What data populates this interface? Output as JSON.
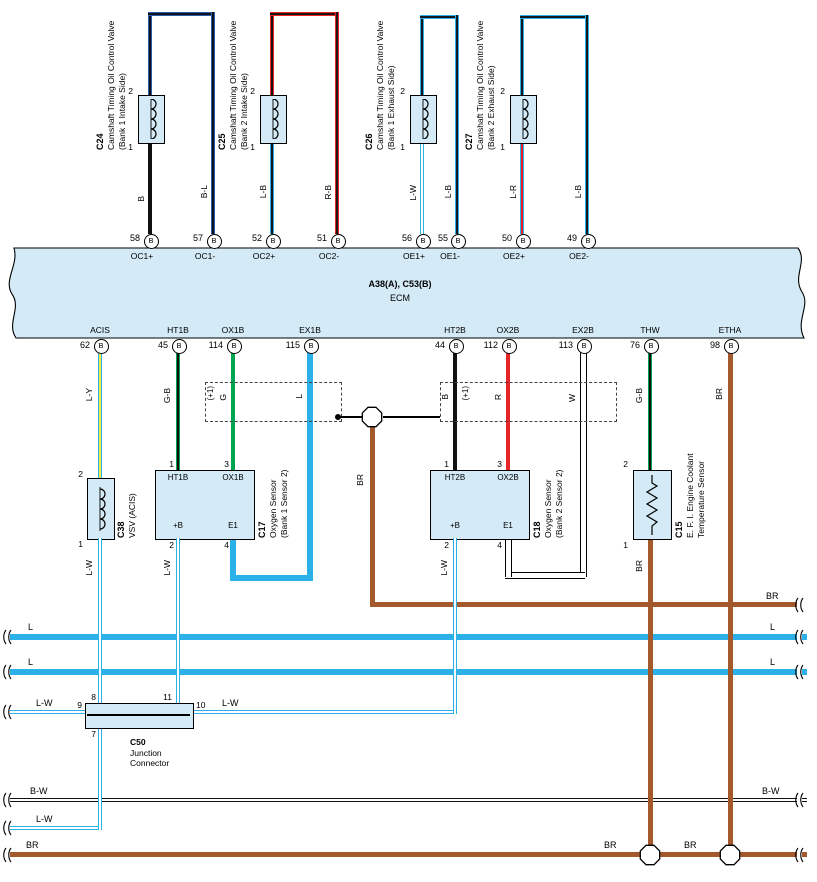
{
  "ecm": {
    "name": "A38(A), C53(B)",
    "label": "ECM"
  },
  "valves": [
    {
      "id": "C24",
      "desc": "Camshaft Timing Oil Control Valve",
      "bank": "(Bank 1 Intake Side)",
      "pin_top": "2",
      "pin_bottom": "1",
      "wire_down": "B",
      "wire_loop": "B-L"
    },
    {
      "id": "C25",
      "desc": "Camshaft Timing Oil Control Valve",
      "bank": "(Bank 2 Intake Side)",
      "pin_top": "2",
      "pin_bottom": "1",
      "wire_down": "L-B",
      "wire_loop": "R-B"
    },
    {
      "id": "C26",
      "desc": "Camshaft Timing Oil Control Valve",
      "bank": "(Bank 1 Exhaust Side)",
      "pin_top": "2",
      "pin_bottom": "1",
      "wire_down": "L-W",
      "wire_loop": "L-B"
    },
    {
      "id": "C27",
      "desc": "Camshaft Timing Oil Control Valve",
      "bank": "(Bank 2 Exhaust Side)",
      "pin_top": "2",
      "pin_bottom": "1",
      "wire_down": "L-R",
      "wire_loop": "L-B"
    }
  ],
  "top_pins": [
    {
      "num": "58",
      "code": "B",
      "label": "OC1+"
    },
    {
      "num": "57",
      "code": "B",
      "label": "OC1-"
    },
    {
      "num": "52",
      "code": "B",
      "label": "OC2+"
    },
    {
      "num": "51",
      "code": "B",
      "label": "OC2-"
    },
    {
      "num": "56",
      "code": "B",
      "label": "OE1+"
    },
    {
      "num": "55",
      "code": "B",
      "label": "OE1-"
    },
    {
      "num": "50",
      "code": "B",
      "label": "OE2+"
    },
    {
      "num": "49",
      "code": "B",
      "label": "OE2-"
    }
  ],
  "bottom_pins": [
    {
      "num": "62",
      "code": "B",
      "label": "ACIS",
      "wire": "L-Y"
    },
    {
      "num": "45",
      "code": "B",
      "label": "HT1B",
      "wire": "G-B"
    },
    {
      "num": "114",
      "code": "B",
      "label": "OX1B",
      "wire": "G"
    },
    {
      "num": "115",
      "code": "B",
      "label": "EX1B",
      "wire": "L"
    },
    {
      "num": "44",
      "code": "B",
      "label": "HT2B",
      "wire": "B"
    },
    {
      "num": "112",
      "code": "B",
      "label": "OX2B",
      "wire": "R"
    },
    {
      "num": "113",
      "code": "B",
      "label": "EX2B",
      "wire": "W"
    },
    {
      "num": "76",
      "code": "B",
      "label": "THW",
      "wire": "G-B"
    },
    {
      "num": "98",
      "code": "B",
      "label": "ETHA",
      "wire": "BR"
    }
  ],
  "shield": {
    "left_label": "(+1)",
    "right_label": "(+1)",
    "ground_wire": "BR"
  },
  "c38": {
    "id": "C38",
    "name": "VSV (ACIS)",
    "pin_top": "2",
    "pin_bottom": "1",
    "wire_down": "L-W"
  },
  "c17": {
    "id": "C17",
    "desc": "Oxygen Sensor",
    "bank": "(Bank 1 Sensor 2)",
    "t1": "HT1B",
    "t2": "OX1B",
    "b1": "+B",
    "b2": "E1",
    "p1": "1",
    "p3": "3",
    "p2": "2",
    "p4": "4",
    "wire_down": "L-W"
  },
  "c18": {
    "id": "C18",
    "desc": "Oxygen Sensor",
    "bank": "(Bank 2 Sensor 2)",
    "t1": "HT2B",
    "t2": "OX2B",
    "b1": "+B",
    "b2": "E1",
    "p1": "1",
    "p3": "3",
    "p2": "2",
    "p4": "4",
    "wire_down": "L-W"
  },
  "c15": {
    "id": "C15",
    "desc1": "E. F. I.  Engine Coolant",
    "desc2": "Temperature Sensor",
    "pin_top": "2",
    "pin_bottom": "1",
    "wire_down": "BR"
  },
  "c50": {
    "id": "C50",
    "desc1": "Junction",
    "desc2": "Connector",
    "p8": "8",
    "p11": "11",
    "p9": "9",
    "p10": "10",
    "p7": "7"
  },
  "buses": {
    "br_mid": "BR",
    "l1_left": "L",
    "l1_right": "L",
    "l2_left": "L",
    "l2_right": "L",
    "lw_left": "L-W",
    "lw_mid": "L-W",
    "bw_left": "B-W",
    "bw_right": "B-W",
    "lw2_left": "L-W",
    "br_left": "BR",
    "br_mid1": "BR",
    "br_mid2": "BR"
  }
}
